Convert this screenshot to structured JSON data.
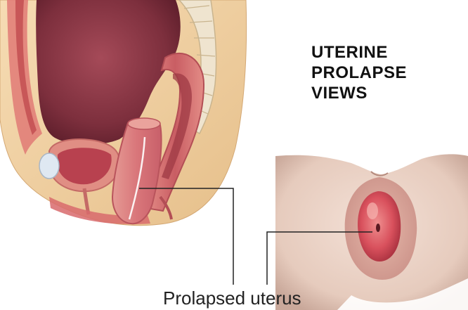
{
  "title_lines": [
    "UTERINE",
    "PROLAPSE",
    "VIEWS"
  ],
  "label": "Prolapsed uterus",
  "illustrations": {
    "left": "sagittal-pelvis-cross-section",
    "right": "external-perineal-view"
  },
  "colors": {
    "skin": "#f1cfa0",
    "fat": "#e8c588",
    "abdominal_cavity": "#7d2f3d",
    "organ_pink": "#dd7f7f",
    "organ_dark": "#a03a43",
    "perineum_skin": "#e9d3c7",
    "prolapse_red": "#d9515d",
    "leader_line": "#222222"
  }
}
